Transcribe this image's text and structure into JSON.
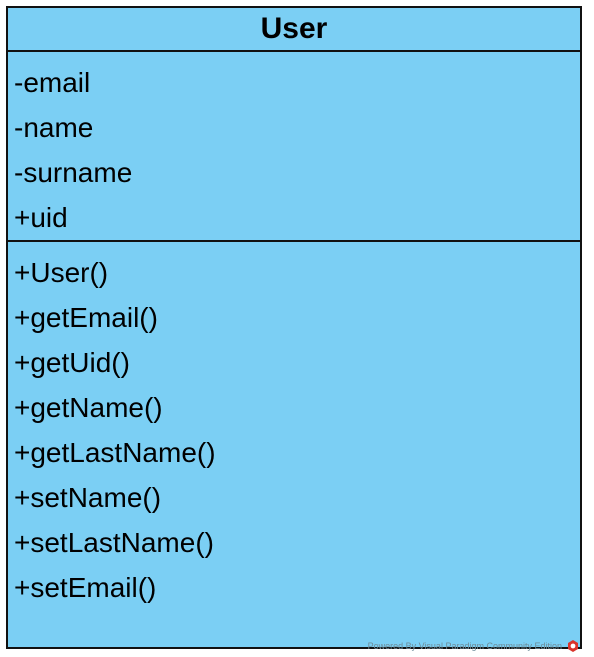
{
  "class": {
    "name": "User",
    "attributes": [
      "-email",
      "-name",
      "-surname",
      "+uid"
    ],
    "operations": [
      "+User()",
      "+getEmail()",
      "+getUid()",
      "+getName()",
      "+getLastName()",
      "+setName()",
      "+setLastName()",
      "+setEmail()"
    ]
  },
  "watermark": {
    "text": "Powered By Visual Paradigm Community Edition",
    "logo_icon": "visual-paradigm-logo-icon",
    "logo_color": "#d9342b"
  },
  "colors": {
    "class_fill": "#7bcff4",
    "border": "#111111"
  }
}
